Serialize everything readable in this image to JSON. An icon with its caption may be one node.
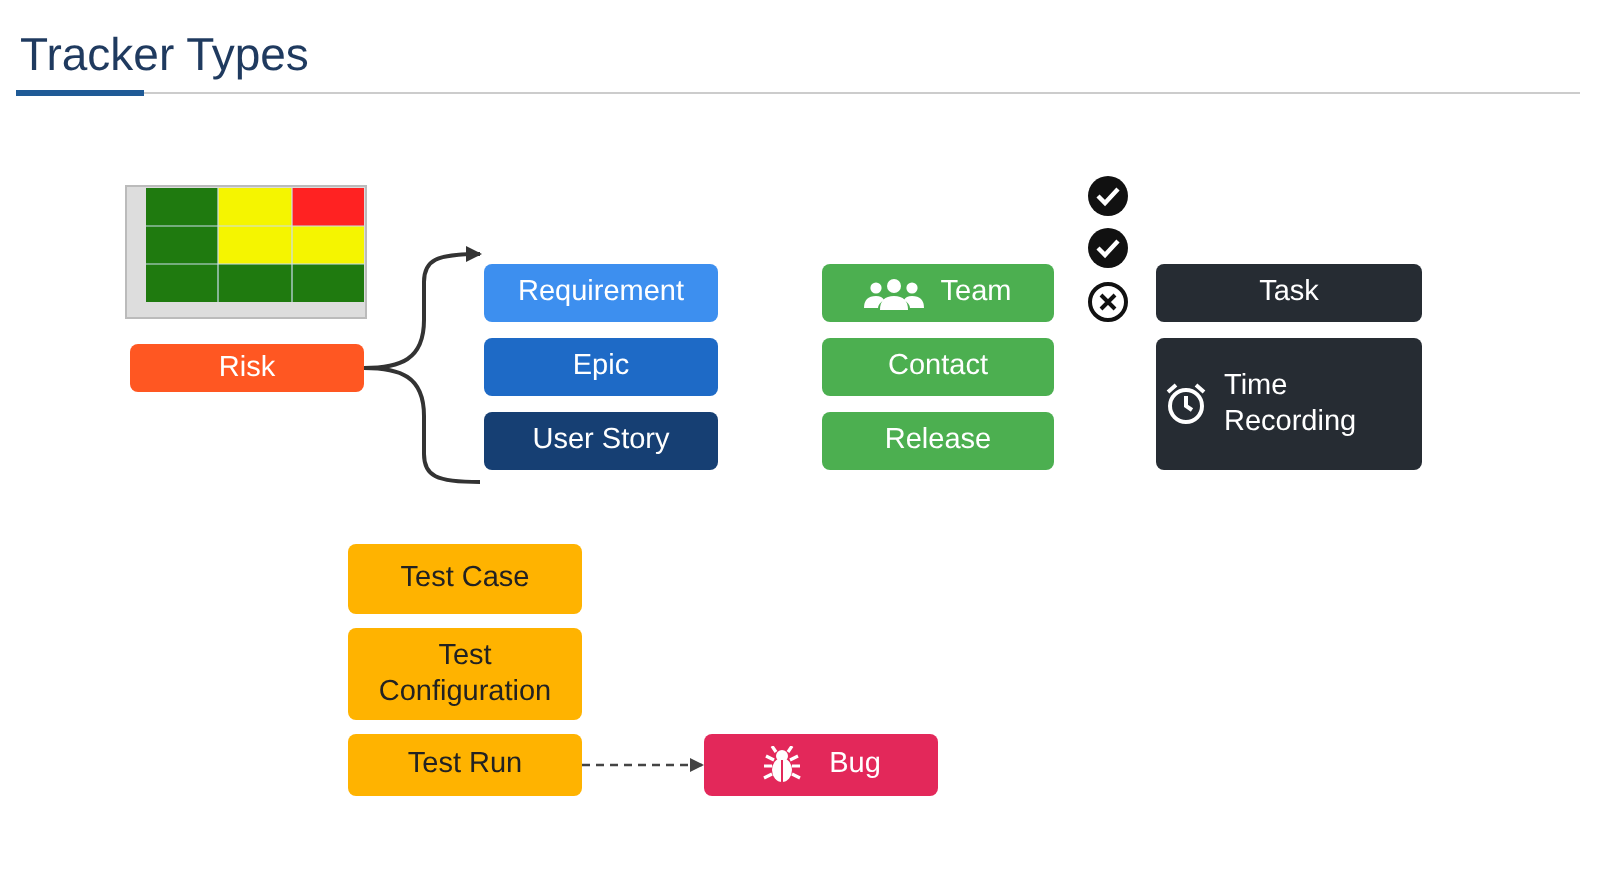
{
  "diagram": {
    "title": "Tracker Types",
    "nodes": [
      {
        "text": [
          "Risk"
        ]
      },
      {
        "text": [
          "Requirement"
        ]
      },
      {
        "text": [
          "Epic"
        ]
      },
      {
        "text": [
          "User Story"
        ]
      },
      {
        "text": [
          "Team"
        ]
      },
      {
        "text": [
          "Contact"
        ]
      },
      {
        "text": [
          "Release"
        ]
      },
      {
        "text": [
          "Task"
        ]
      },
      {
        "text": [
          "Time Recording"
        ]
      },
      {
        "text": [
          "Test Case"
        ]
      },
      {
        "text": [
          "Test Configuration"
        ]
      },
      {
        "text": [
          "Test Run"
        ]
      },
      {
        "text": [
          "Bug"
        ]
      }
    ],
    "edges": [
      {
        "from": 0,
        "to": 1,
        "arrow": "to"
      },
      {
        "from": 0,
        "to": 3,
        "arrow": "none"
      },
      {
        "from": 11,
        "to": 12,
        "arrow": "to",
        "style": "dashed"
      }
    ]
  }
}
